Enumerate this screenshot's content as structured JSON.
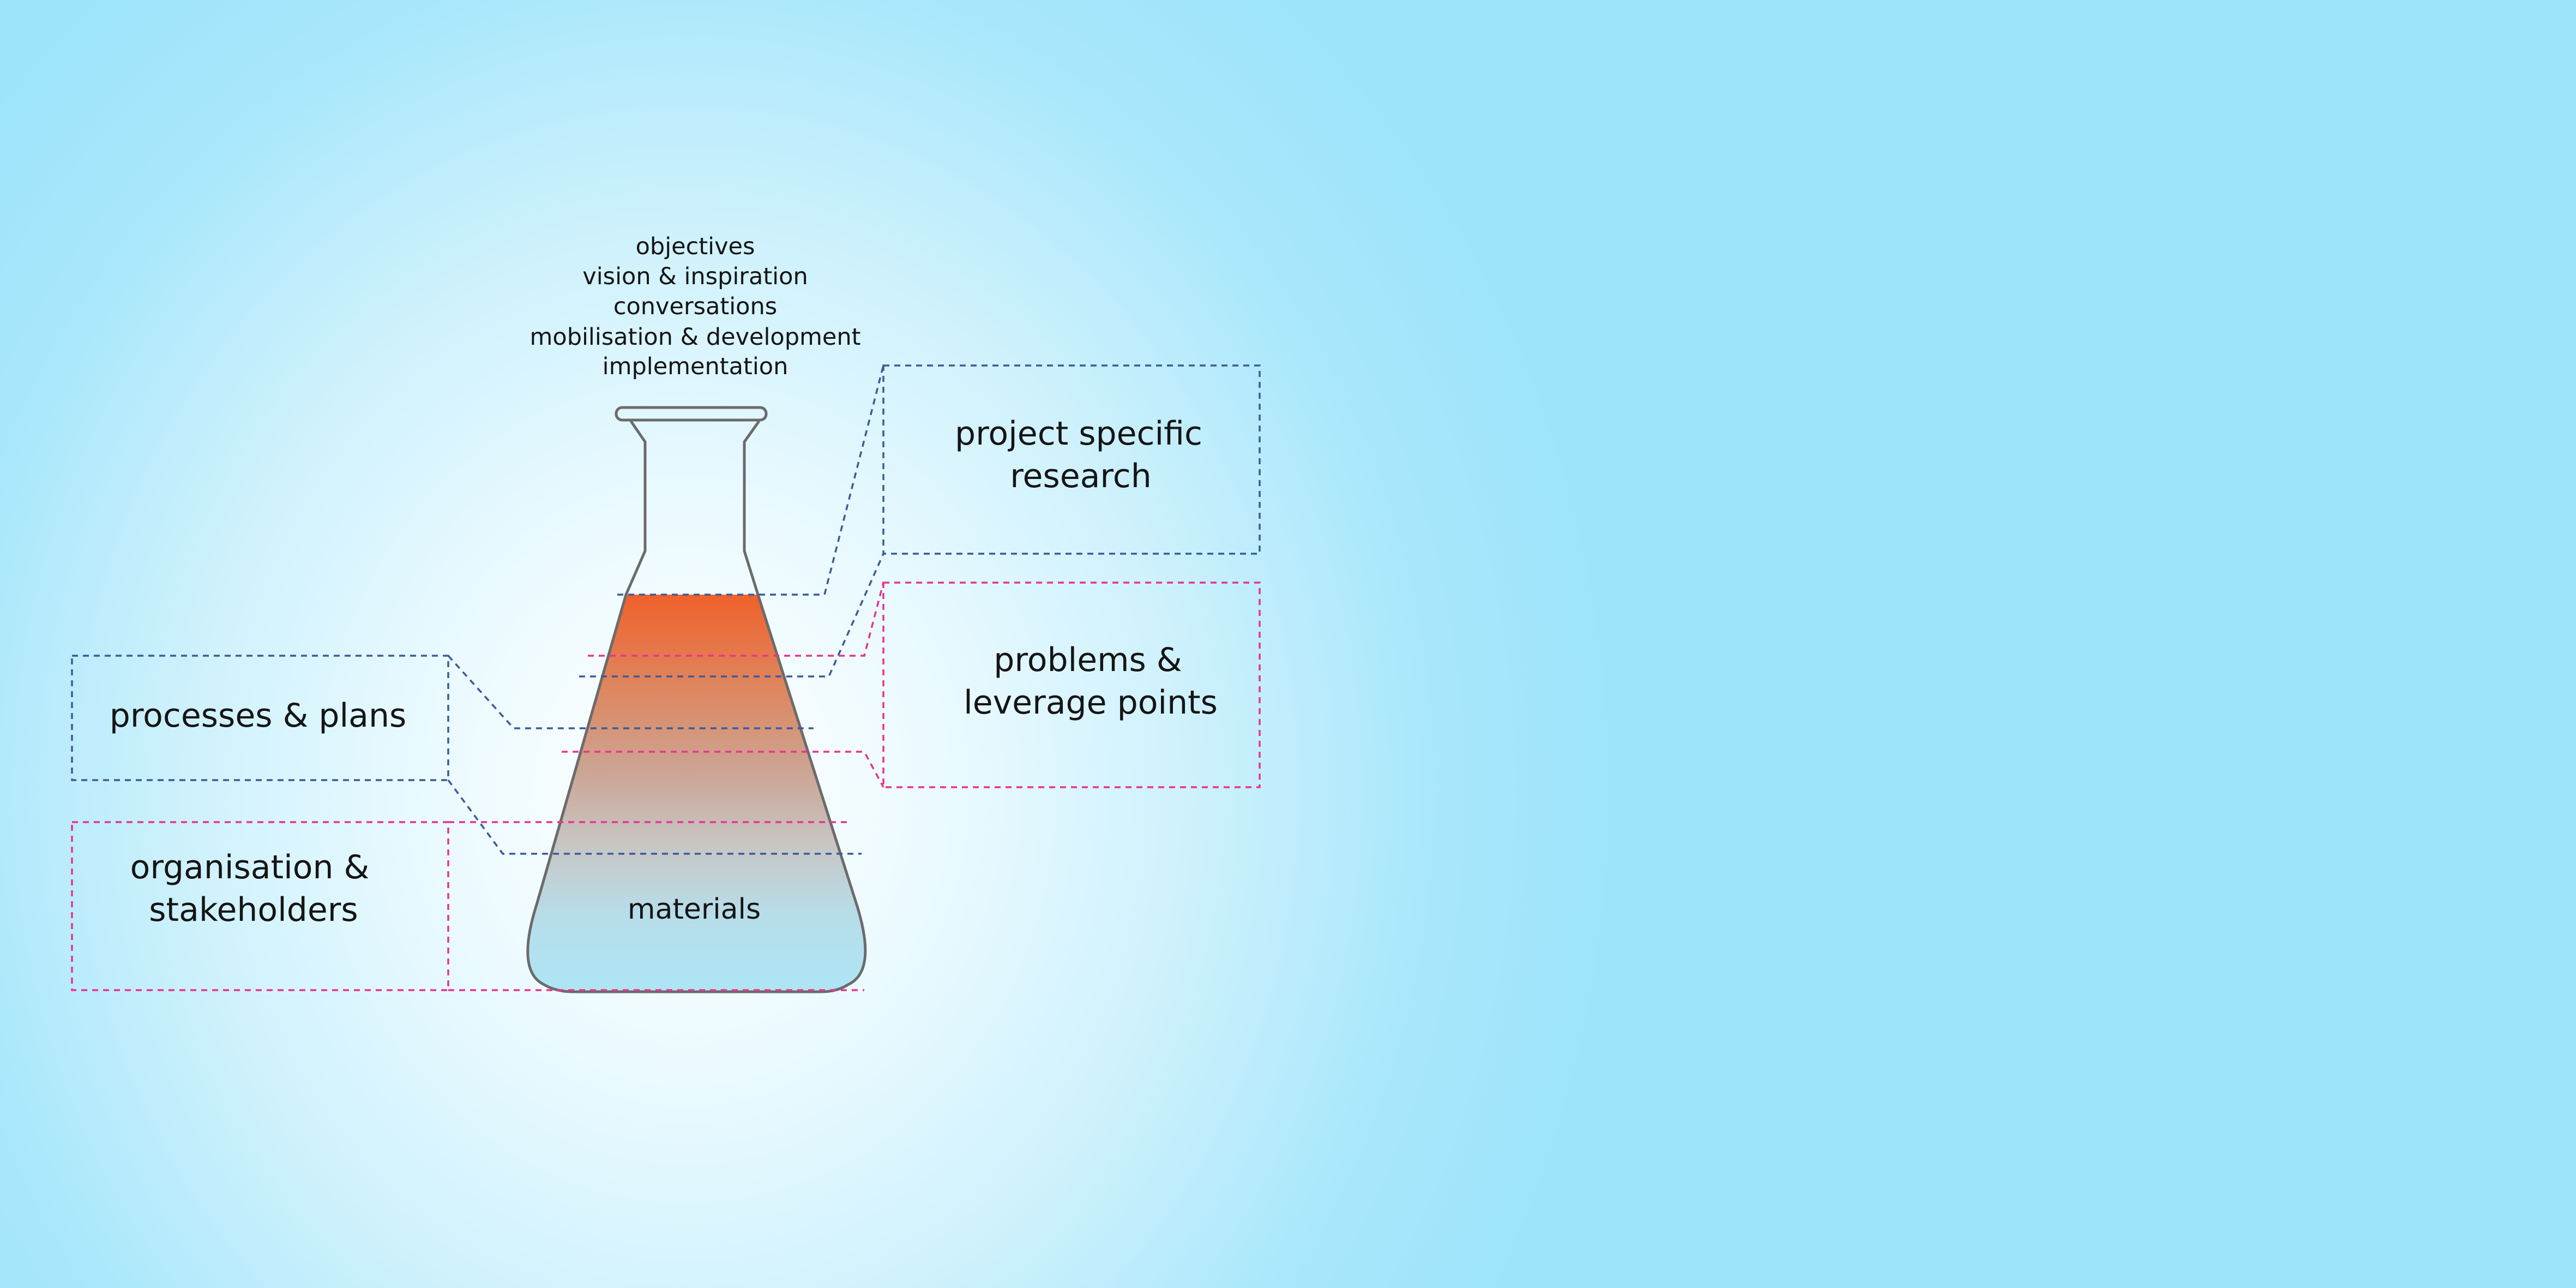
{
  "diagram": {
    "top_labels": [
      "objectives",
      "vision & inspiration",
      "conversations",
      "mobilisation & development",
      "implementation"
    ],
    "flask_base_label": "materials",
    "boxes": {
      "project_research": {
        "line1": "project specific",
        "line2": "research"
      },
      "problems_leverage": {
        "line1": "problems &",
        "line2": "leverage points"
      },
      "processes_plans": {
        "line1": "processes & plans"
      },
      "organisation_stakeholders": {
        "line1": "organisation &",
        "line2": "stakeholders"
      }
    },
    "colors": {
      "blue_dash": "#3d5a99",
      "pink_dash": "#e8338f",
      "liquid_top": "#f0602a",
      "liquid_mid": "#c9b8ae",
      "liquid_bottom": "#aee6f5",
      "glass_outline": "#6b6b6b"
    }
  }
}
